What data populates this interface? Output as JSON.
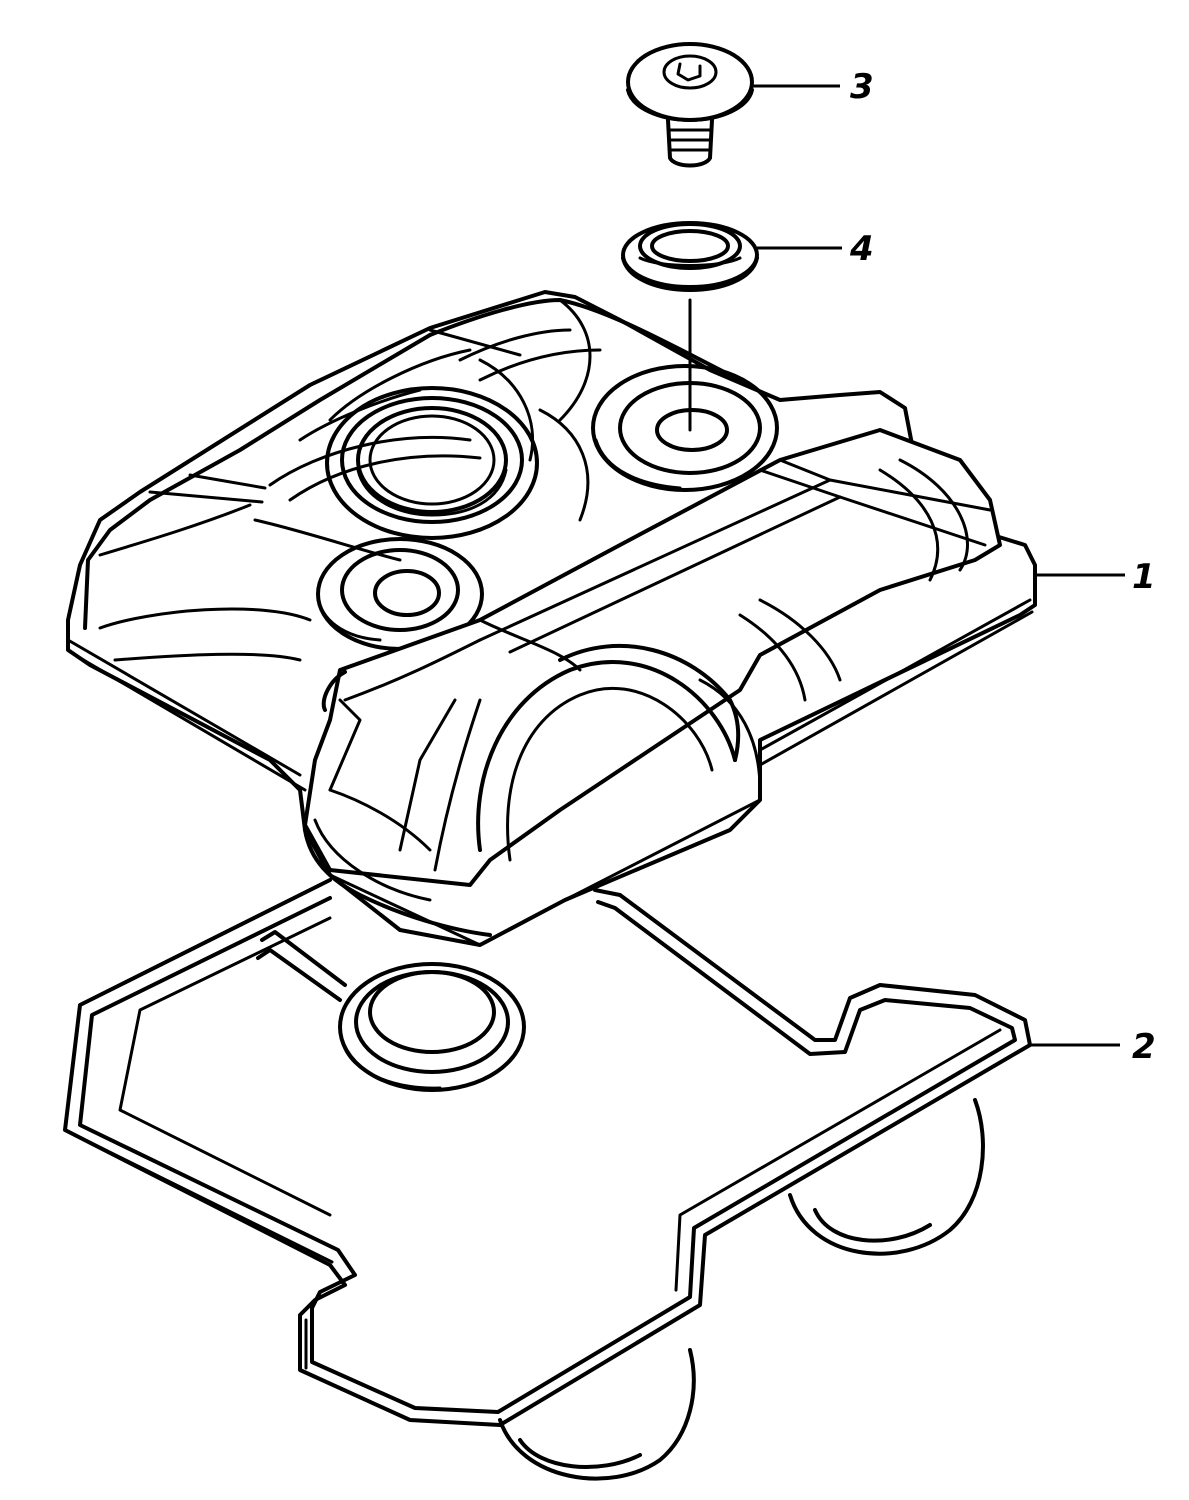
{
  "callouts": [
    {
      "id": "valve-cover",
      "label": "1"
    },
    {
      "id": "gasket",
      "label": "2"
    },
    {
      "id": "bolt",
      "label": "3"
    },
    {
      "id": "washer",
      "label": "4"
    }
  ],
  "colors": {
    "line": "#000000",
    "background": "#ffffff"
  }
}
